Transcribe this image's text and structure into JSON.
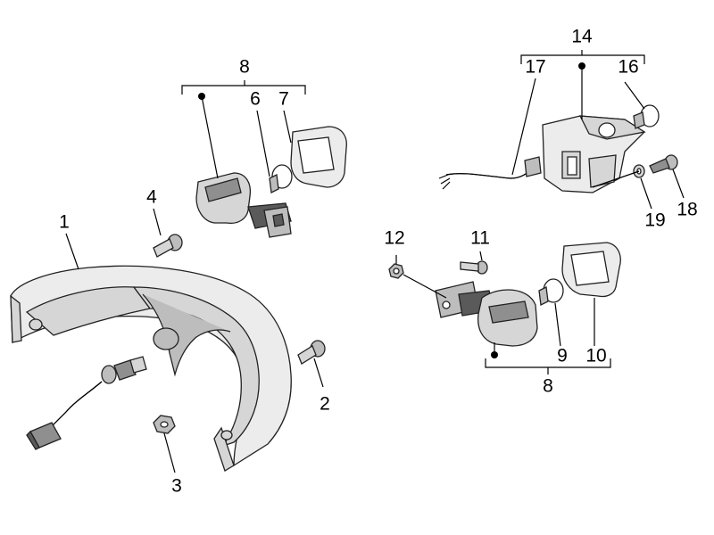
{
  "diagram": {
    "callouts": [
      {
        "id": "1",
        "text": "1"
      },
      {
        "id": "2",
        "text": "2"
      },
      {
        "id": "3",
        "text": "3"
      },
      {
        "id": "4",
        "text": "4"
      },
      {
        "id": "6",
        "text": "6"
      },
      {
        "id": "7",
        "text": "7"
      },
      {
        "id": "8a",
        "text": "8"
      },
      {
        "id": "8b",
        "text": "8"
      },
      {
        "id": "9",
        "text": "9"
      },
      {
        "id": "10",
        "text": "10"
      },
      {
        "id": "11",
        "text": "11"
      },
      {
        "id": "12",
        "text": "12"
      },
      {
        "id": "14",
        "text": "14"
      },
      {
        "id": "16",
        "text": "16"
      },
      {
        "id": "17",
        "text": "17"
      },
      {
        "id": "18",
        "text": "18"
      },
      {
        "id": "19",
        "text": "19"
      }
    ],
    "colors": {
      "line": "#000000",
      "part_light": "#ececec",
      "part_mid": "#d6d6d6",
      "part_dark": "#5a5a5a",
      "background": "#ffffff"
    }
  }
}
